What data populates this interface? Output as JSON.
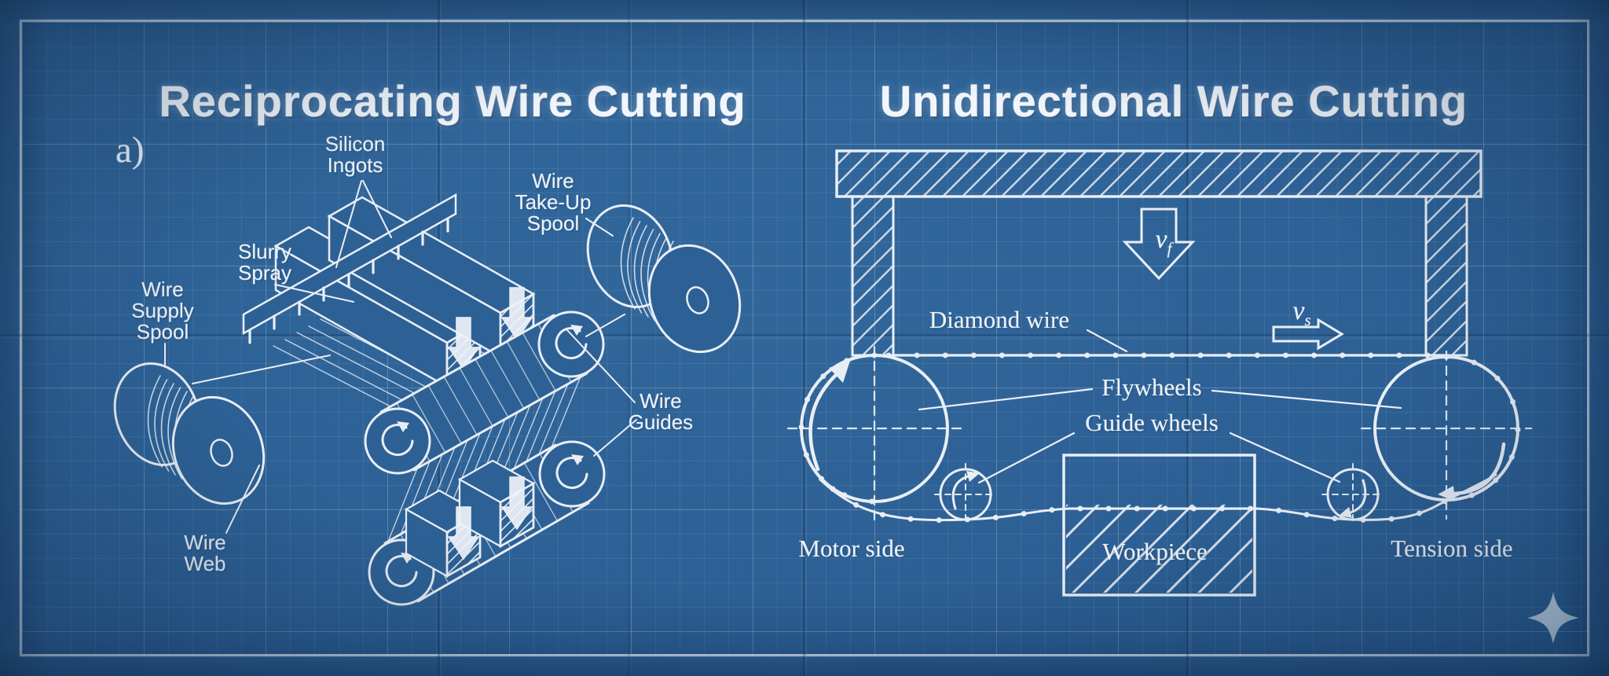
{
  "titles": {
    "left": "Reciprocating Wire Cutting",
    "right": "Unidirectional Wire Cutting"
  },
  "left_panel": {
    "figure_label": "a)",
    "labels": {
      "silicon_ingots": [
        "Silicon",
        "Ingots"
      ],
      "slurry_spray": [
        "Slurry",
        "Spray"
      ],
      "wire_supply_spool": [
        "Wire",
        "Supply",
        "Spool"
      ],
      "wire_take_up_spool": [
        "Wire",
        "Take-Up",
        "Spool"
      ],
      "wire_guides": [
        "Wire",
        "Guides"
      ],
      "wire_web": [
        "Wire",
        "Web"
      ]
    }
  },
  "right_panel": {
    "labels": {
      "diamond_wire": "Diamond wire",
      "flywheels": "Flywheels",
      "guide_wheels": "Guide wheels",
      "workpiece": "Workpiece",
      "motor_side": "Motor side",
      "tension_side": "Tension side"
    },
    "velocities": {
      "feed": {
        "symbol": "v",
        "subscript": "f"
      },
      "wire": {
        "symbol": "v",
        "subscript": "s"
      }
    }
  },
  "icons": {
    "sparkle": "four-pointed-star"
  },
  "colors": {
    "paper_blue": "#2d6195",
    "chalk": "#e9eef5",
    "star": "#b7cde1"
  }
}
